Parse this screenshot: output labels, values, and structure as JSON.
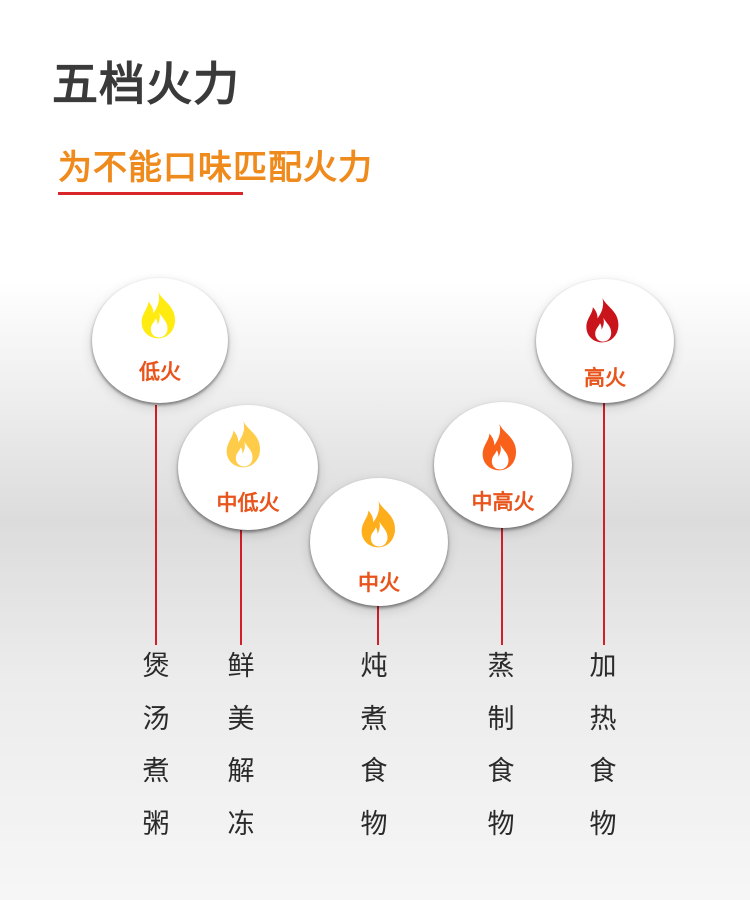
{
  "header": {
    "title": "五档火力",
    "subtitle": "为不能口味匹配火力",
    "accent_color": "#d9262b",
    "subtitle_color": "#ef8a1c"
  },
  "levels": [
    {
      "id": "low",
      "label": "低火",
      "flame_color": "#ffeb0f",
      "flame_icon": "flame-icon",
      "dish": [
        "煲",
        "汤",
        "煮",
        "粥"
      ]
    },
    {
      "id": "medium-low",
      "label": "中低火",
      "flame_color": "#ffcc4a",
      "flame_icon": "flame-icon",
      "dish": [
        "鲜",
        "美",
        "解",
        "冻"
      ]
    },
    {
      "id": "medium",
      "label": "中火",
      "flame_color": "#ffae1b",
      "flame_icon": "flame-icon",
      "dish": [
        "炖",
        "煮",
        "食",
        "物"
      ]
    },
    {
      "id": "medium-high",
      "label": "中高火",
      "flame_color": "#f9601a",
      "flame_icon": "flame-icon",
      "dish": [
        "蒸",
        "制",
        "食",
        "物"
      ]
    },
    {
      "id": "high",
      "label": "高火",
      "flame_color": "#c9141b",
      "flame_icon": "flame-icon",
      "dish": [
        "加",
        "热",
        "食",
        "物"
      ]
    }
  ]
}
